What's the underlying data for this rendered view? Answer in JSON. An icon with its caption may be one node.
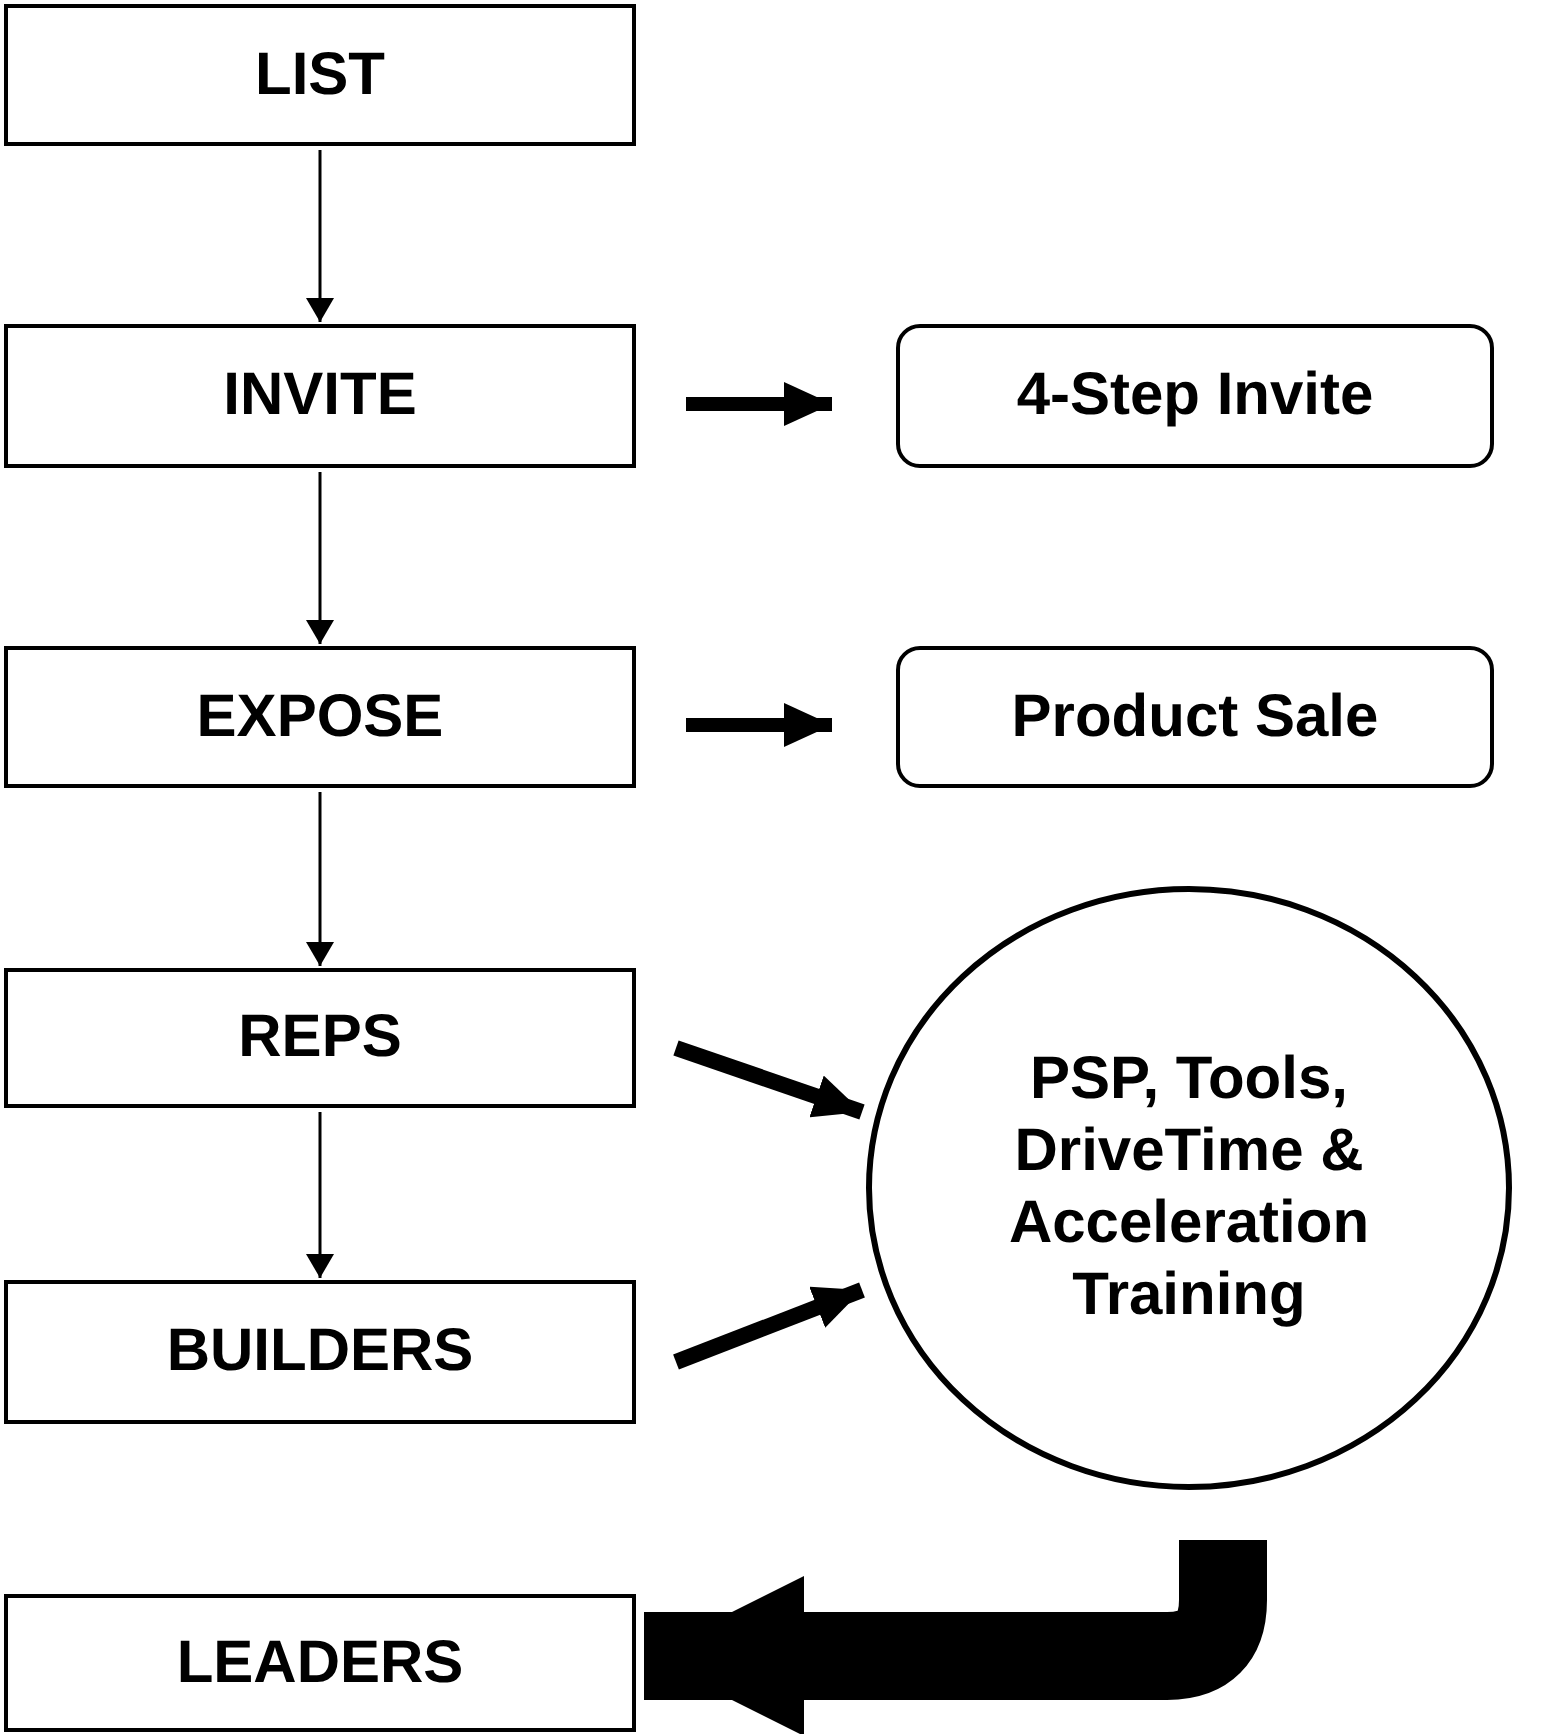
{
  "diagram": {
    "nodes": [
      {
        "text": [
          "LIST"
        ]
      },
      {
        "text": [
          "INVITE"
        ]
      },
      {
        "text": [
          "4-Step Invite"
        ]
      },
      {
        "text": [
          "EXPOSE"
        ]
      },
      {
        "text": [
          "Product Sale"
        ]
      },
      {
        "text": [
          "REPS"
        ]
      },
      {
        "text": [
          "PSP, Tools, DriveTime & Acceleration Training"
        ]
      },
      {
        "text": [
          "BUILDERS"
        ]
      },
      {
        "text": [
          "LEADERS"
        ]
      }
    ],
    "edges": [
      {
        "from": 0,
        "to": 1,
        "arrow": "to"
      },
      {
        "from": 1,
        "to": 2,
        "arrow": "to"
      },
      {
        "from": 1,
        "to": 3,
        "arrow": "to"
      },
      {
        "from": 3,
        "to": 4,
        "arrow": "to"
      },
      {
        "from": 3,
        "to": 5,
        "arrow": "to"
      },
      {
        "from": 5,
        "to": 6,
        "arrow": "to"
      },
      {
        "from": 5,
        "to": 7,
        "arrow": "to"
      },
      {
        "from": 7,
        "to": 6,
        "arrow": "to"
      },
      {
        "from": 6,
        "to": 8,
        "arrow": "to",
        "style": "thick"
      }
    ]
  }
}
